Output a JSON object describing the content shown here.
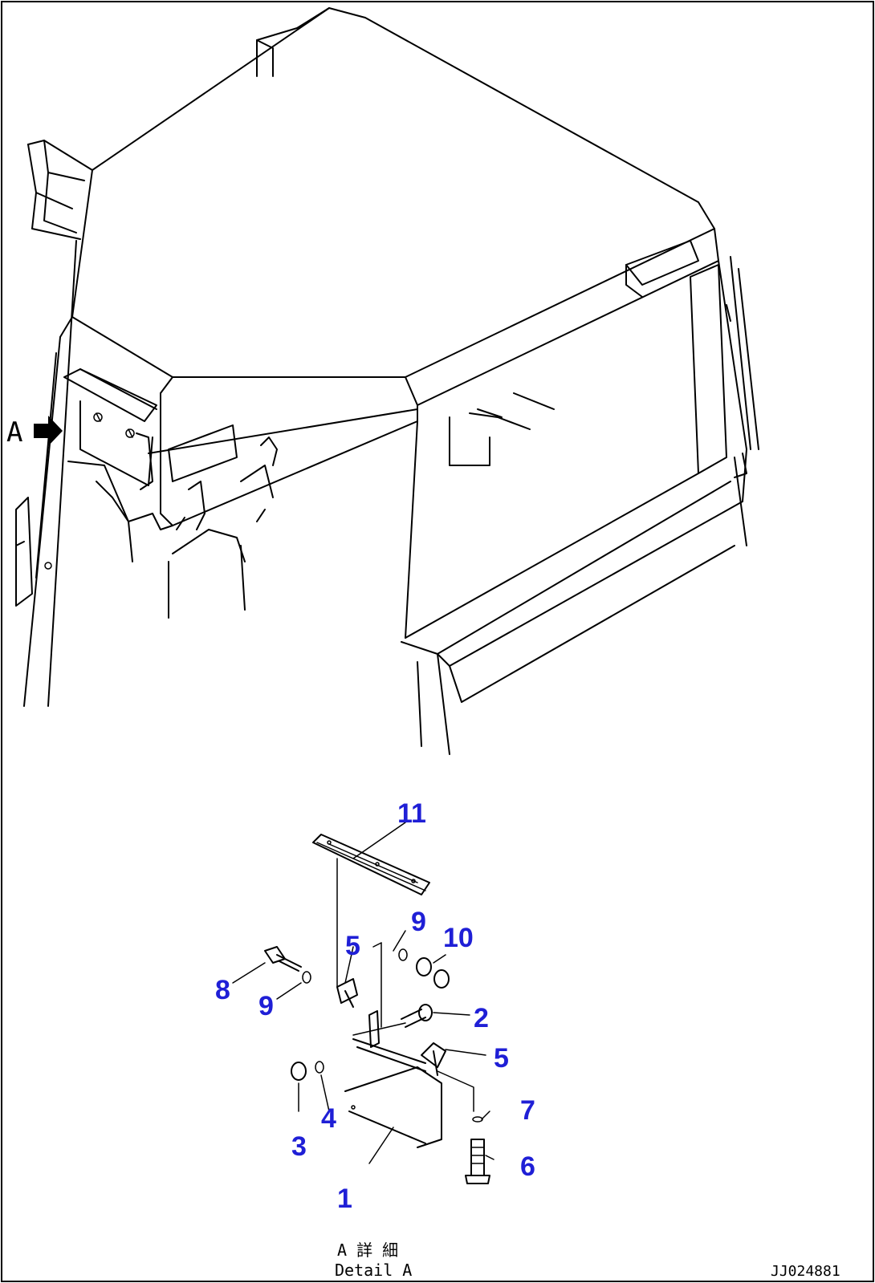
{
  "view_marker": {
    "label": "A",
    "arrow_icon": "view-direction-arrow-icon"
  },
  "callouts": [
    {
      "id": "part-1",
      "label": "1"
    },
    {
      "id": "part-2",
      "label": "2"
    },
    {
      "id": "part-3",
      "label": "3"
    },
    {
      "id": "part-4",
      "label": "4"
    },
    {
      "id": "part-5-upper",
      "label": "5"
    },
    {
      "id": "part-5-lower",
      "label": "5"
    },
    {
      "id": "part-6",
      "label": "6"
    },
    {
      "id": "part-7",
      "label": "7"
    },
    {
      "id": "part-8",
      "label": "8"
    },
    {
      "id": "part-9-left",
      "label": "9"
    },
    {
      "id": "part-9-right",
      "label": "9"
    },
    {
      "id": "part-10",
      "label": "10"
    },
    {
      "id": "part-11",
      "label": "11"
    }
  ],
  "detail_caption": {
    "jp": "A 詳 細",
    "en": "Detail A"
  },
  "drawing_number": "JJ024881",
  "colors": {
    "callout": "#1f1fd6",
    "linework": "#000000",
    "background": "#ffffff"
  }
}
